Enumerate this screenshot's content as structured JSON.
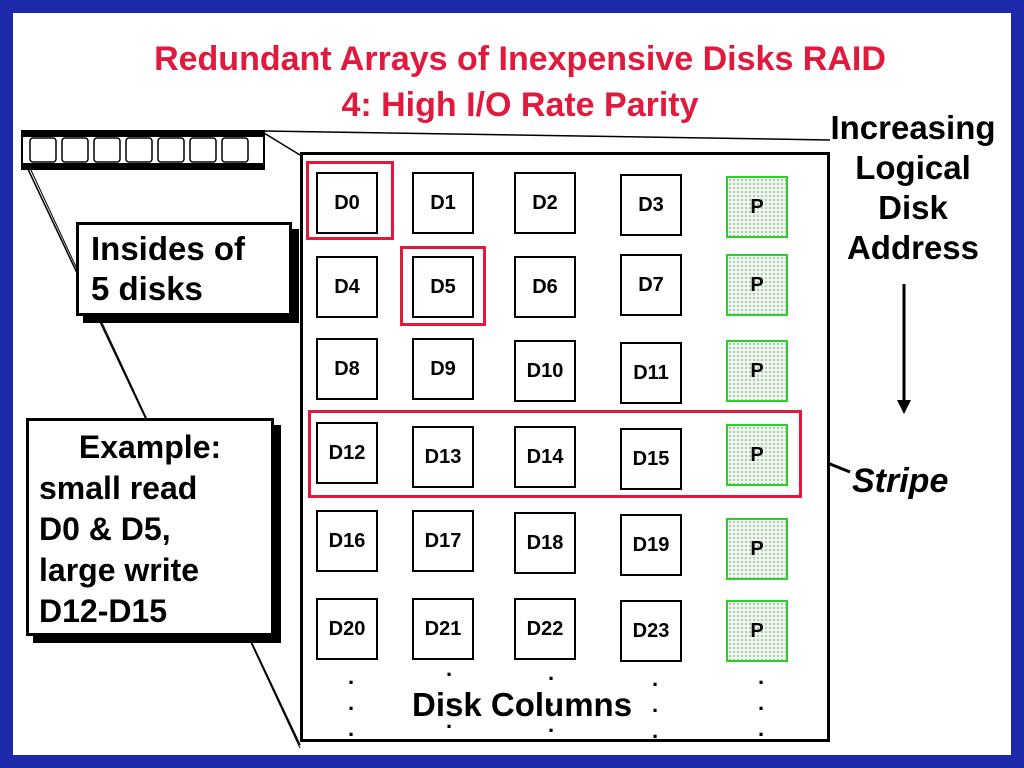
{
  "title": {
    "line1": "Redundant Arrays of Inexpensive Disks RAID",
    "line2": "4: High I/O Rate Parity"
  },
  "address_label": {
    "line1": "Increasing",
    "line2": "Logical",
    "line3": "Disk",
    "line4": "Address"
  },
  "insides_label": {
    "line1": "Insides of",
    "line2": "5 disks"
  },
  "example_label": {
    "line1": "Example:",
    "line2": "small read",
    "line3": "D0 & D5,",
    "line4": "large write",
    "line5": "D12-D15"
  },
  "stripe_label": "Stripe",
  "disk_columns_label": "Disk Columns",
  "blocks": {
    "r0": [
      "D0",
      "D1",
      "D2",
      "D3",
      "P"
    ],
    "r1": [
      "D4",
      "D5",
      "D6",
      "D7",
      "P"
    ],
    "r2": [
      "D8",
      "D9",
      "D10",
      "D11",
      "P"
    ],
    "r3": [
      "D12",
      "D13",
      "D14",
      "D15",
      "P"
    ],
    "r4": [
      "D16",
      "D17",
      "D18",
      "D19",
      "P"
    ],
    "r5": [
      "D20",
      "D21",
      "D22",
      "D23",
      "P"
    ]
  },
  "ellipsis": ".",
  "colors": {
    "frame": "#1a2aa8",
    "title": "#e0193d",
    "highlight": "#e0193d",
    "parity_border": "#2ad12a"
  }
}
